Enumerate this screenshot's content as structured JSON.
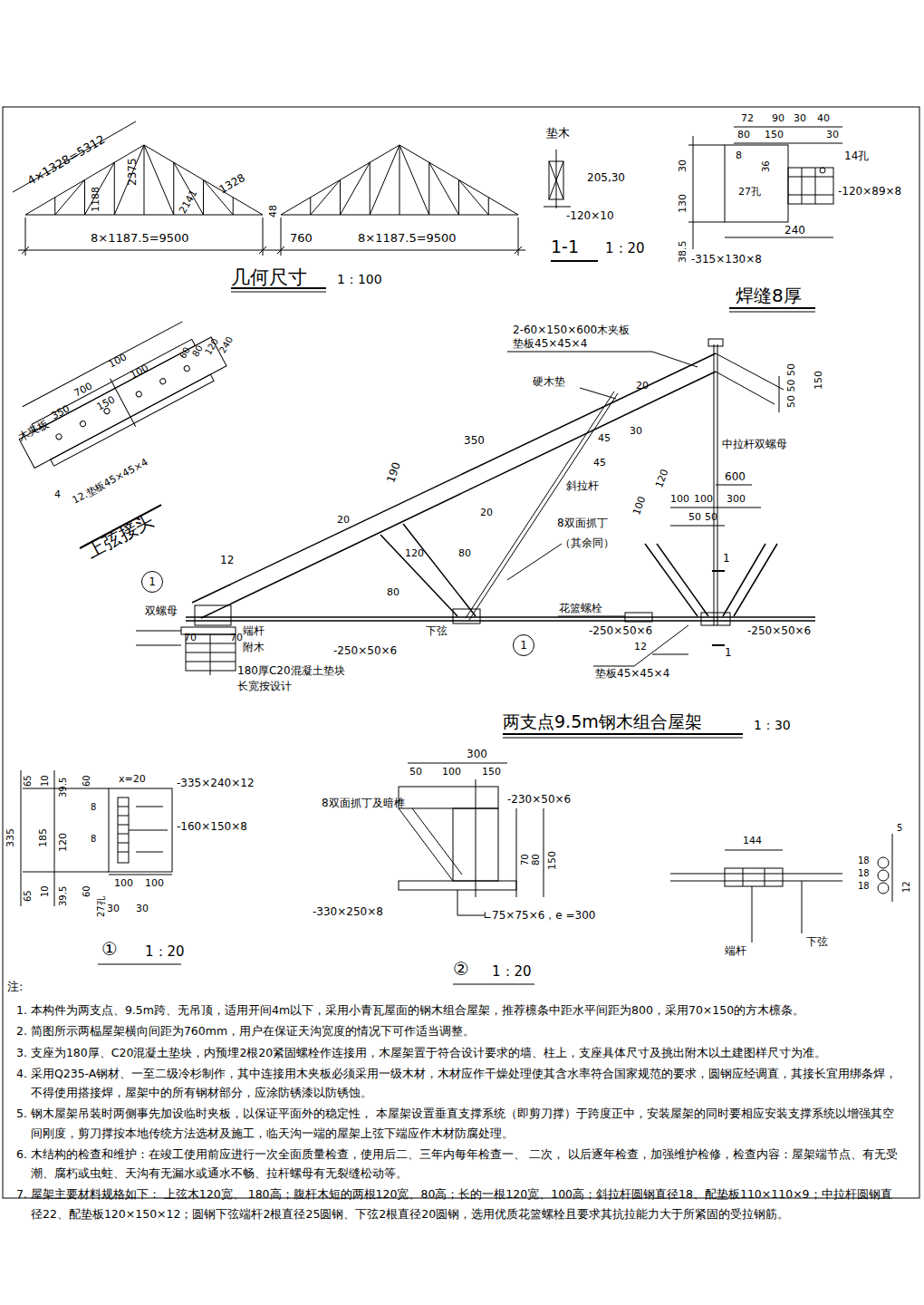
{
  "diagram": {
    "nodes": [
      {
        "text": [
          "1"
        ]
      },
      {
        "text": [
          "1"
        ]
      }
    ],
    "labels": [
      "4×1328=5312",
      "2375",
      "2141",
      "1328",
      "48",
      "1188",
      "8×1187.5=9500",
      "760",
      "8×1187.5=9500",
      "几何尺寸",
      "1：100",
      "垫木",
      "205,30",
      "-120×10",
      "1-1",
      "1：20",
      "72",
      "90",
      "30",
      "40",
      "80",
      "150",
      "30",
      "8",
      "36",
      "14孔",
      "-120×89×8",
      "27孔",
      "30",
      "130",
      "38.5",
      "240",
      "-315×130×8",
      "焊缝8厚",
      "2-60×150×600木夹板",
      "垫板45×45×4",
      "硬木垫",
      "20",
      "50 50 50",
      "150",
      "350",
      "190",
      "20",
      "120",
      "80",
      "20",
      "45",
      "45",
      "30",
      "中拉杆双螺母",
      "斜拉杆",
      "120",
      "100",
      "600",
      "100",
      "100",
      "300",
      "50",
      "50",
      "8双面抓丁",
      "（其余同）",
      "80",
      "1",
      "12",
      "双螺母",
      "花篮螺栓",
      "端杆",
      "下弦",
      "-250×50×6",
      "-250×50×6",
      "70",
      "70",
      "附木",
      "-250×50×6",
      "12",
      "1",
      "180厚C20混凝土垫块",
      "垫板45×45×4",
      "长宽按设计",
      "两支点9.5m钢木组合屋架",
      "1：30",
      "700",
      "350",
      "100",
      "150",
      "100",
      "60",
      "80",
      "120",
      "240",
      "木夹板",
      "4",
      "12.垫板45×45×4",
      "上弦接头",
      "65",
      "10",
      "39.5",
      "60",
      "x=20",
      "-335×240×12",
      "-160×150×8",
      "335",
      "185",
      "120",
      "8",
      "8",
      "60",
      "39.5",
      "10",
      "65",
      "100",
      "100",
      "27孔",
      "30",
      "30",
      "①",
      "1：20",
      "300",
      "50",
      "100",
      "150",
      "8双面抓丁及暗榫",
      "-230×50×6",
      "70",
      "80",
      "150",
      "-330×250×8",
      "∟75×75×6，e =300",
      "②",
      "1：20",
      "144",
      "5",
      "18",
      "18",
      "18",
      "12",
      "端杆",
      "下弦",
      "注:",
      "1. 本构件为两支点、9.5m跨、无吊顶，适用开间4m以下，采用小青瓦屋面的钢木组合屋架，推荐檩条中距水平间距为800，采用70×150的方木檩条。",
      "2. 简图所示两榀屋架横向间距为760mm，用户在保证天沟宽度的情况下可作适当调整。",
      "3. 支座为180厚、C20混凝土垫块，内预埋2根20紧固螺栓作连接用，木屋架置于符合设计要求的墙、柱上，支座具体尺寸及挑出附木以土建图样尺寸为准。",
      "4. 采用Q235-A钢材、一至二级冷杉制作，其中连接用木夹板必须采用一级木材，木材应作干燥处理使其含水率符合国家规范的要求，圆钢应经调直，其接长宜用绑条焊，不得使用搭接焊，屋架中的所有钢材部分，应涂防锈漆以防锈蚀。",
      "5. 钢木屋架吊装时两侧事先加设临时夹板，以保证平面外的稳定性， 本屋架设置垂直支撑系统（即剪刀撑）于跨度正中，安装屋架的同时要相应安装支撑系统以增强其空间刚度，剪刀撑按本地传统方法选材及施工，临天沟一端的屋架上弦下端应作木材防腐处理。",
      "6. 木结构的检查和维护：在竣工使用前应进行一次全面质量检查，使用后二、三年内每年检查一、 二次， 以后逐年检查，加强维护检修，检查内容：屋架端节点、有无受潮、腐朽或虫蛀、天沟有无漏水或通水不畅、拉杆螺母有无裂缝松动等。",
      "7. 屋架主要材料规格如下： 上弦木120宽、 180高；腹杆木短的两根120宽、80高；长的一根120宽、100高；斜拉杆圆钢直径18、配垫板110×110×9；中拉杆圆钢直径22、配垫板120×150×12；圆钢下弦端杆2根直径25圆钢、下弦2根直径20圆钢，选用优质花篮螺栓且要求其抗拉能力大于所紧固的受拉钢筋。"
    ]
  }
}
